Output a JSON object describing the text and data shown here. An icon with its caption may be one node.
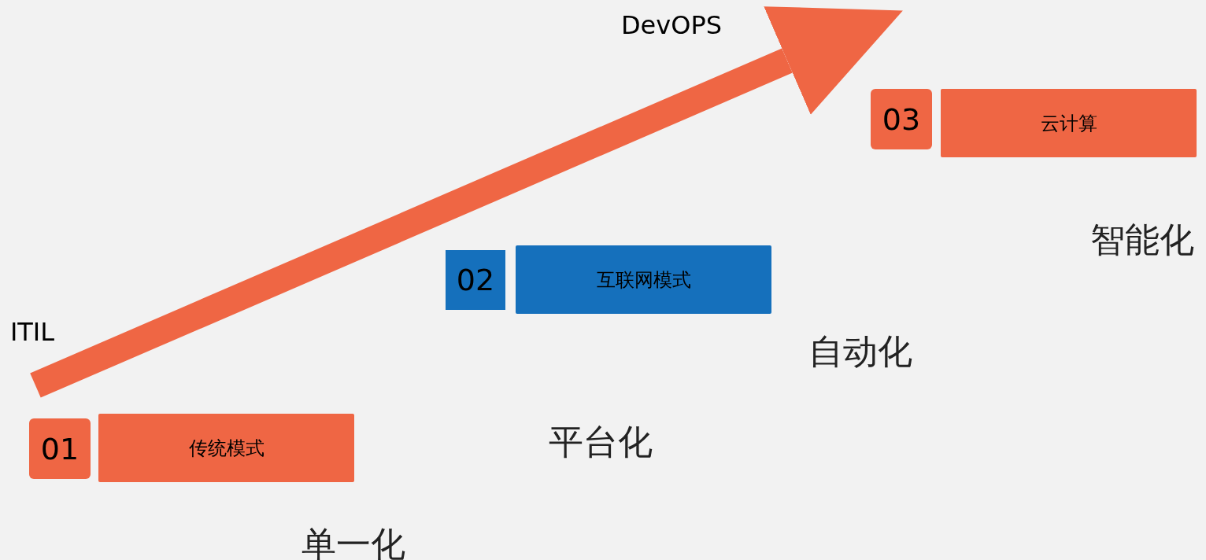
{
  "diagram": {
    "nodes": [
      {
        "text": [
          "01"
        ]
      },
      {
        "text": [
          "传统模式"
        ]
      },
      {
        "text": [
          "02"
        ]
      },
      {
        "text": [
          "互联网模式"
        ]
      },
      {
        "text": [
          "03"
        ]
      },
      {
        "text": [
          "云计算"
        ]
      },
      {
        "text": [
          "ITIL"
        ]
      },
      {
        "text": [
          "DevOPS"
        ]
      }
    ],
    "edges": [
      {
        "from": 6,
        "to": 7,
        "arrow": "to"
      }
    ],
    "labels": [
      "智能化",
      "自动化",
      "平台化",
      "单一化"
    ]
  }
}
